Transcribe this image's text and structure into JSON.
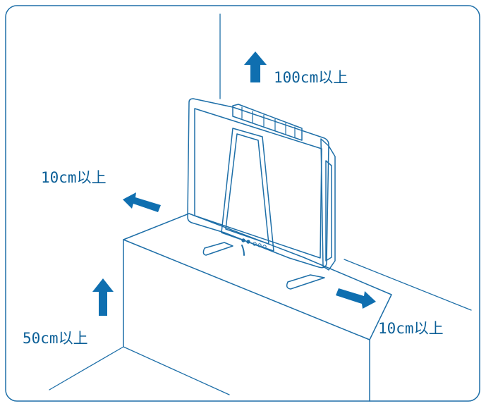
{
  "labels": {
    "top": "100cm以上",
    "left": "10cm以上",
    "right": "10cm以上",
    "floor": "50cm以上"
  },
  "colors": {
    "line": "#1e6fa8",
    "arrow": "#0f6fb0",
    "text": "#0b5f97"
  },
  "icons": {
    "arrow_up_top": "arrow-up-icon",
    "arrow_left": "arrow-left-icon",
    "arrow_right": "arrow-down-right-icon",
    "arrow_up_floor": "arrow-up-icon"
  }
}
